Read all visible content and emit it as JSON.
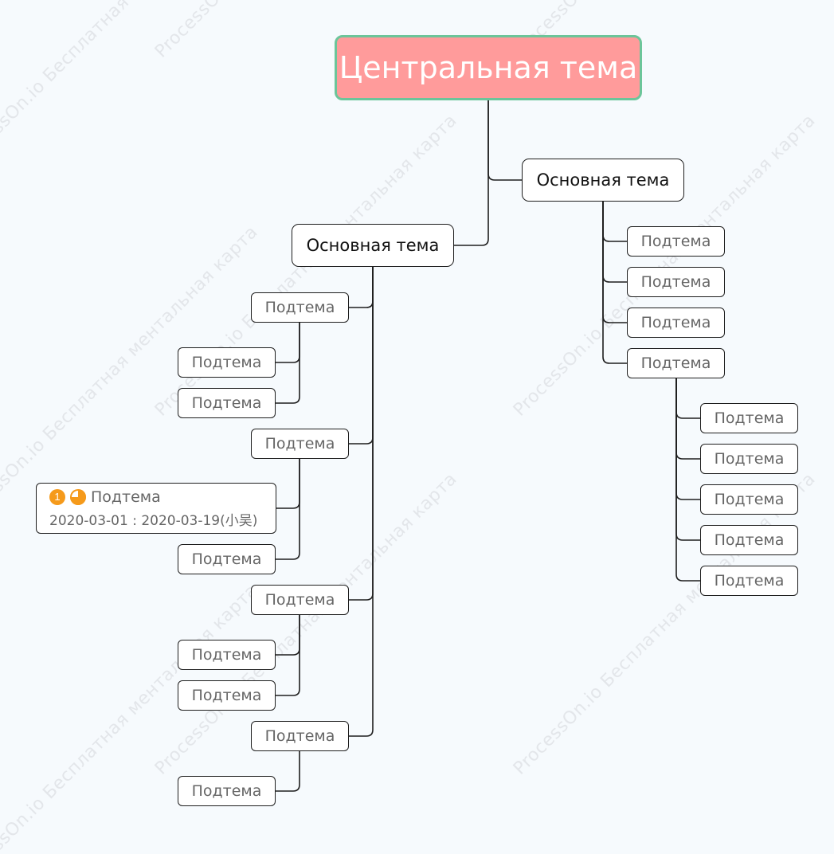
{
  "watermark": "ProcessOn.io Бесплатная ментальная карта",
  "colors": {
    "root_fill": "#ff9b9b",
    "root_border": "#6cc59a",
    "line": "#1e1e1e",
    "sub_text": "#666666",
    "marker": "#f59a1b"
  },
  "mindmap": {
    "root": {
      "label": "Центральная тема"
    },
    "left_main": {
      "label": "Основная тема",
      "groups": [
        {
          "label": "Подтема",
          "children": [
            "Подтема",
            "Подтема"
          ]
        },
        {
          "label": "Подтема",
          "children": [
            "Подтема"
          ]
        },
        {
          "label": "Подтема",
          "children": [
            "Подтема",
            "Подтема"
          ]
        },
        {
          "label": "Подтема",
          "children": [
            "Подтема"
          ]
        }
      ]
    },
    "task_node": {
      "priority_icon": "priority-1-icon",
      "priority": "1",
      "progress_icon": "progress-pie-icon",
      "progress": 0.75,
      "label": "Подтема",
      "dates": "2020-03-01 : 2020-03-19(小吴)"
    },
    "right_main": {
      "label": "Основная тема",
      "children": [
        "Подтема",
        "Подтема",
        "Подтема",
        "Подтема"
      ],
      "last_children": [
        "Подтема",
        "Подтема",
        "Подтема",
        "Подтема",
        "Подтема"
      ]
    }
  }
}
